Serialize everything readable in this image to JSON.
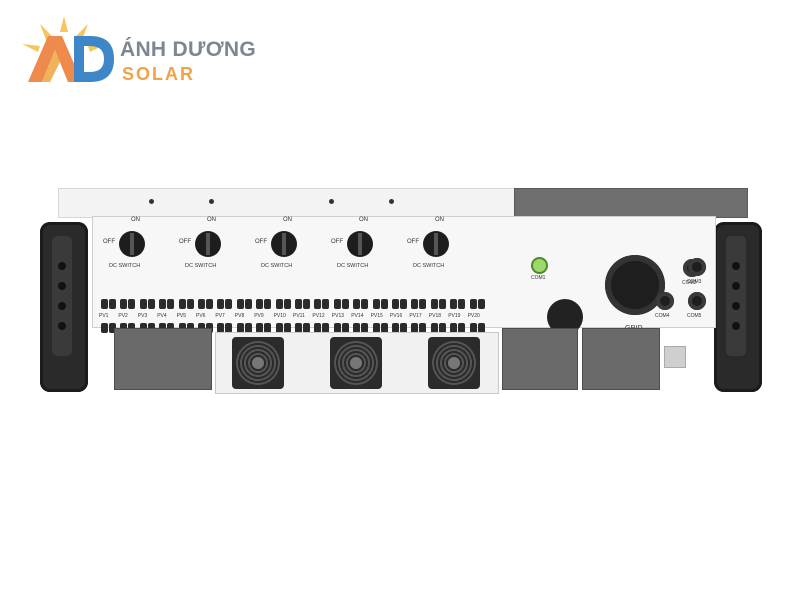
{
  "logo": {
    "monogram": "AD",
    "brand_line_1": "ÁNH DƯƠNG",
    "brand_line_2": "SOLAR",
    "colors": {
      "grey": "#7d8794",
      "orange": "#f0a24a",
      "sun": "#f6c65a"
    }
  },
  "inverter": {
    "dc_switches": [
      {
        "on": "ON",
        "off": "OFF",
        "label": "DC SWITCH"
      },
      {
        "on": "ON",
        "off": "OFF",
        "label": "DC SWITCH"
      },
      {
        "on": "ON",
        "off": "OFF",
        "label": "DC SWITCH"
      },
      {
        "on": "ON",
        "off": "OFF",
        "label": "DC SWITCH"
      },
      {
        "on": "ON",
        "off": "OFF",
        "label": "DC SWITCH"
      }
    ],
    "pv_labels": [
      "PV1",
      "PV2",
      "PV3",
      "PV4",
      "PV5",
      "PV6",
      "PV7",
      "PV8",
      "PV9",
      "PV10",
      "PV11",
      "PV12",
      "PV13",
      "PV14",
      "PV15",
      "PV16",
      "PV17",
      "PV18",
      "PV19",
      "PV20"
    ],
    "com1_label": "COM1",
    "grid_label": "GRID",
    "com_ports": [
      "COM2",
      "COM3",
      "COM4",
      "COM5"
    ]
  }
}
